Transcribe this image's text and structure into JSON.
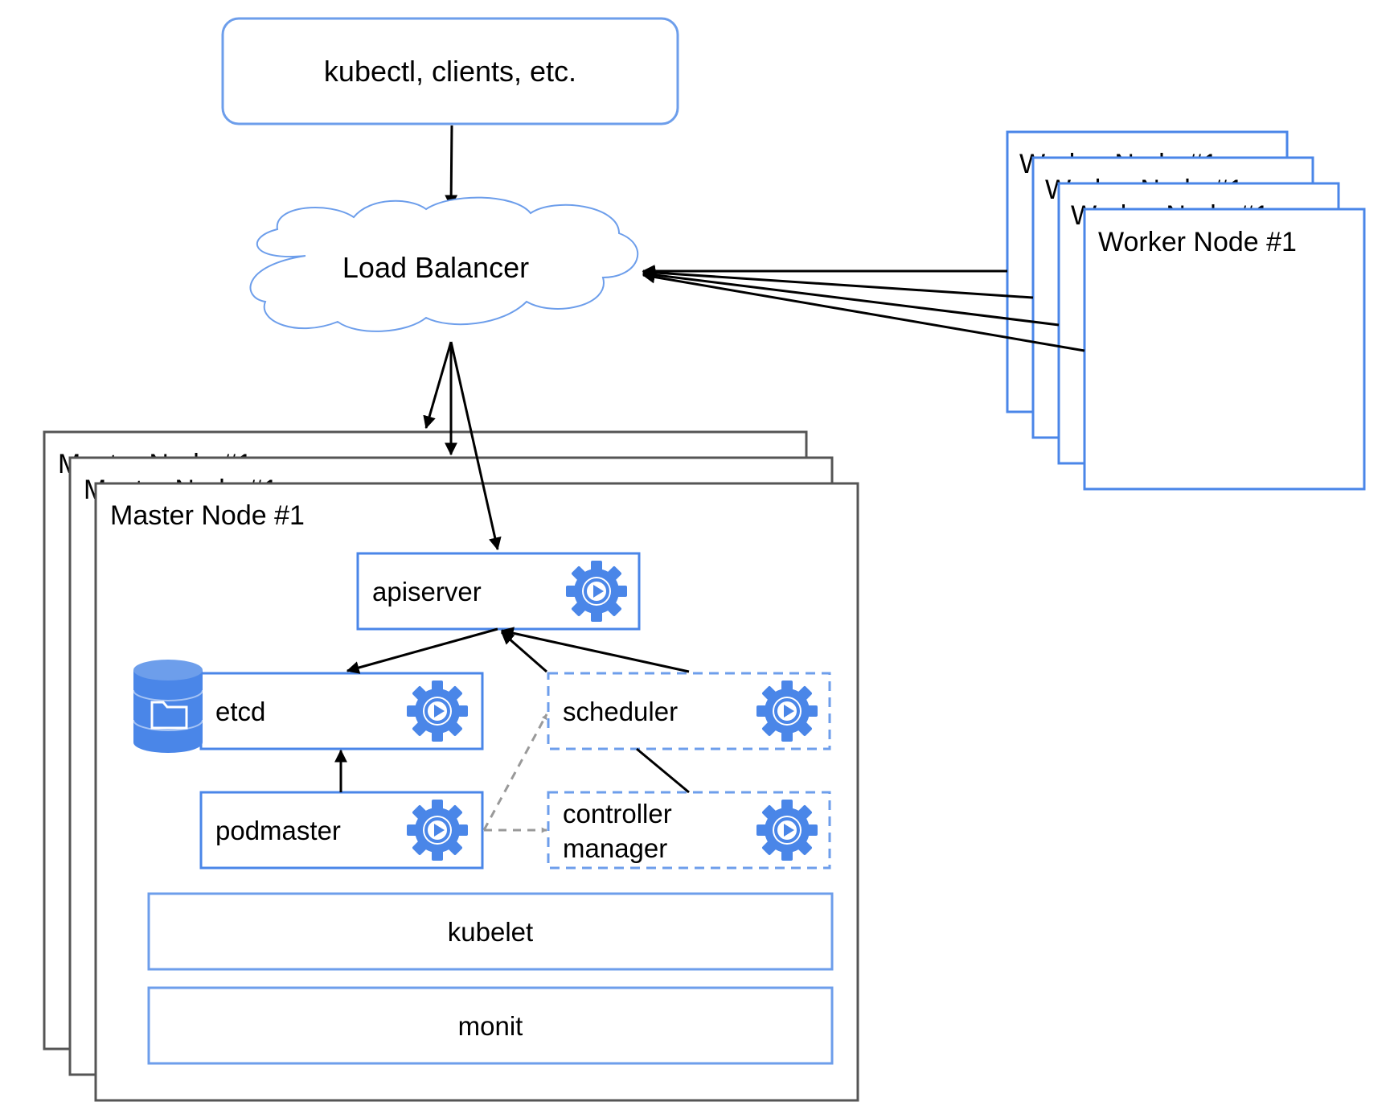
{
  "colors": {
    "accent_blue": "#4a86e8",
    "outline_blue": "#6d9eeb",
    "node_gray": "#555555",
    "arrow_black": "#000000",
    "dashed_gray": "#999999",
    "gear_icon": "gear-with-play-icon",
    "database_icon": "database-with-folder-icon"
  },
  "top_box": {
    "label": "kubectl, clients, etc."
  },
  "load_balancer": {
    "label": "Load Balancer"
  },
  "worker_nodes": [
    {
      "label": "Worker Node #1"
    },
    {
      "label": "Worker Node #1"
    },
    {
      "label": "Worker Node #1"
    },
    {
      "label": "Worker Node #1"
    }
  ],
  "master_nodes": [
    {
      "label": "Master Node #1"
    },
    {
      "label": "Master Node #1"
    },
    {
      "label": "Master Node #1"
    }
  ],
  "components": {
    "apiserver": "apiserver",
    "etcd": "etcd",
    "scheduler": "scheduler",
    "podmaster": "podmaster",
    "controller_manager_line1": "controller",
    "controller_manager_line2": "manager",
    "kubelet": "kubelet",
    "monit": "monit"
  }
}
